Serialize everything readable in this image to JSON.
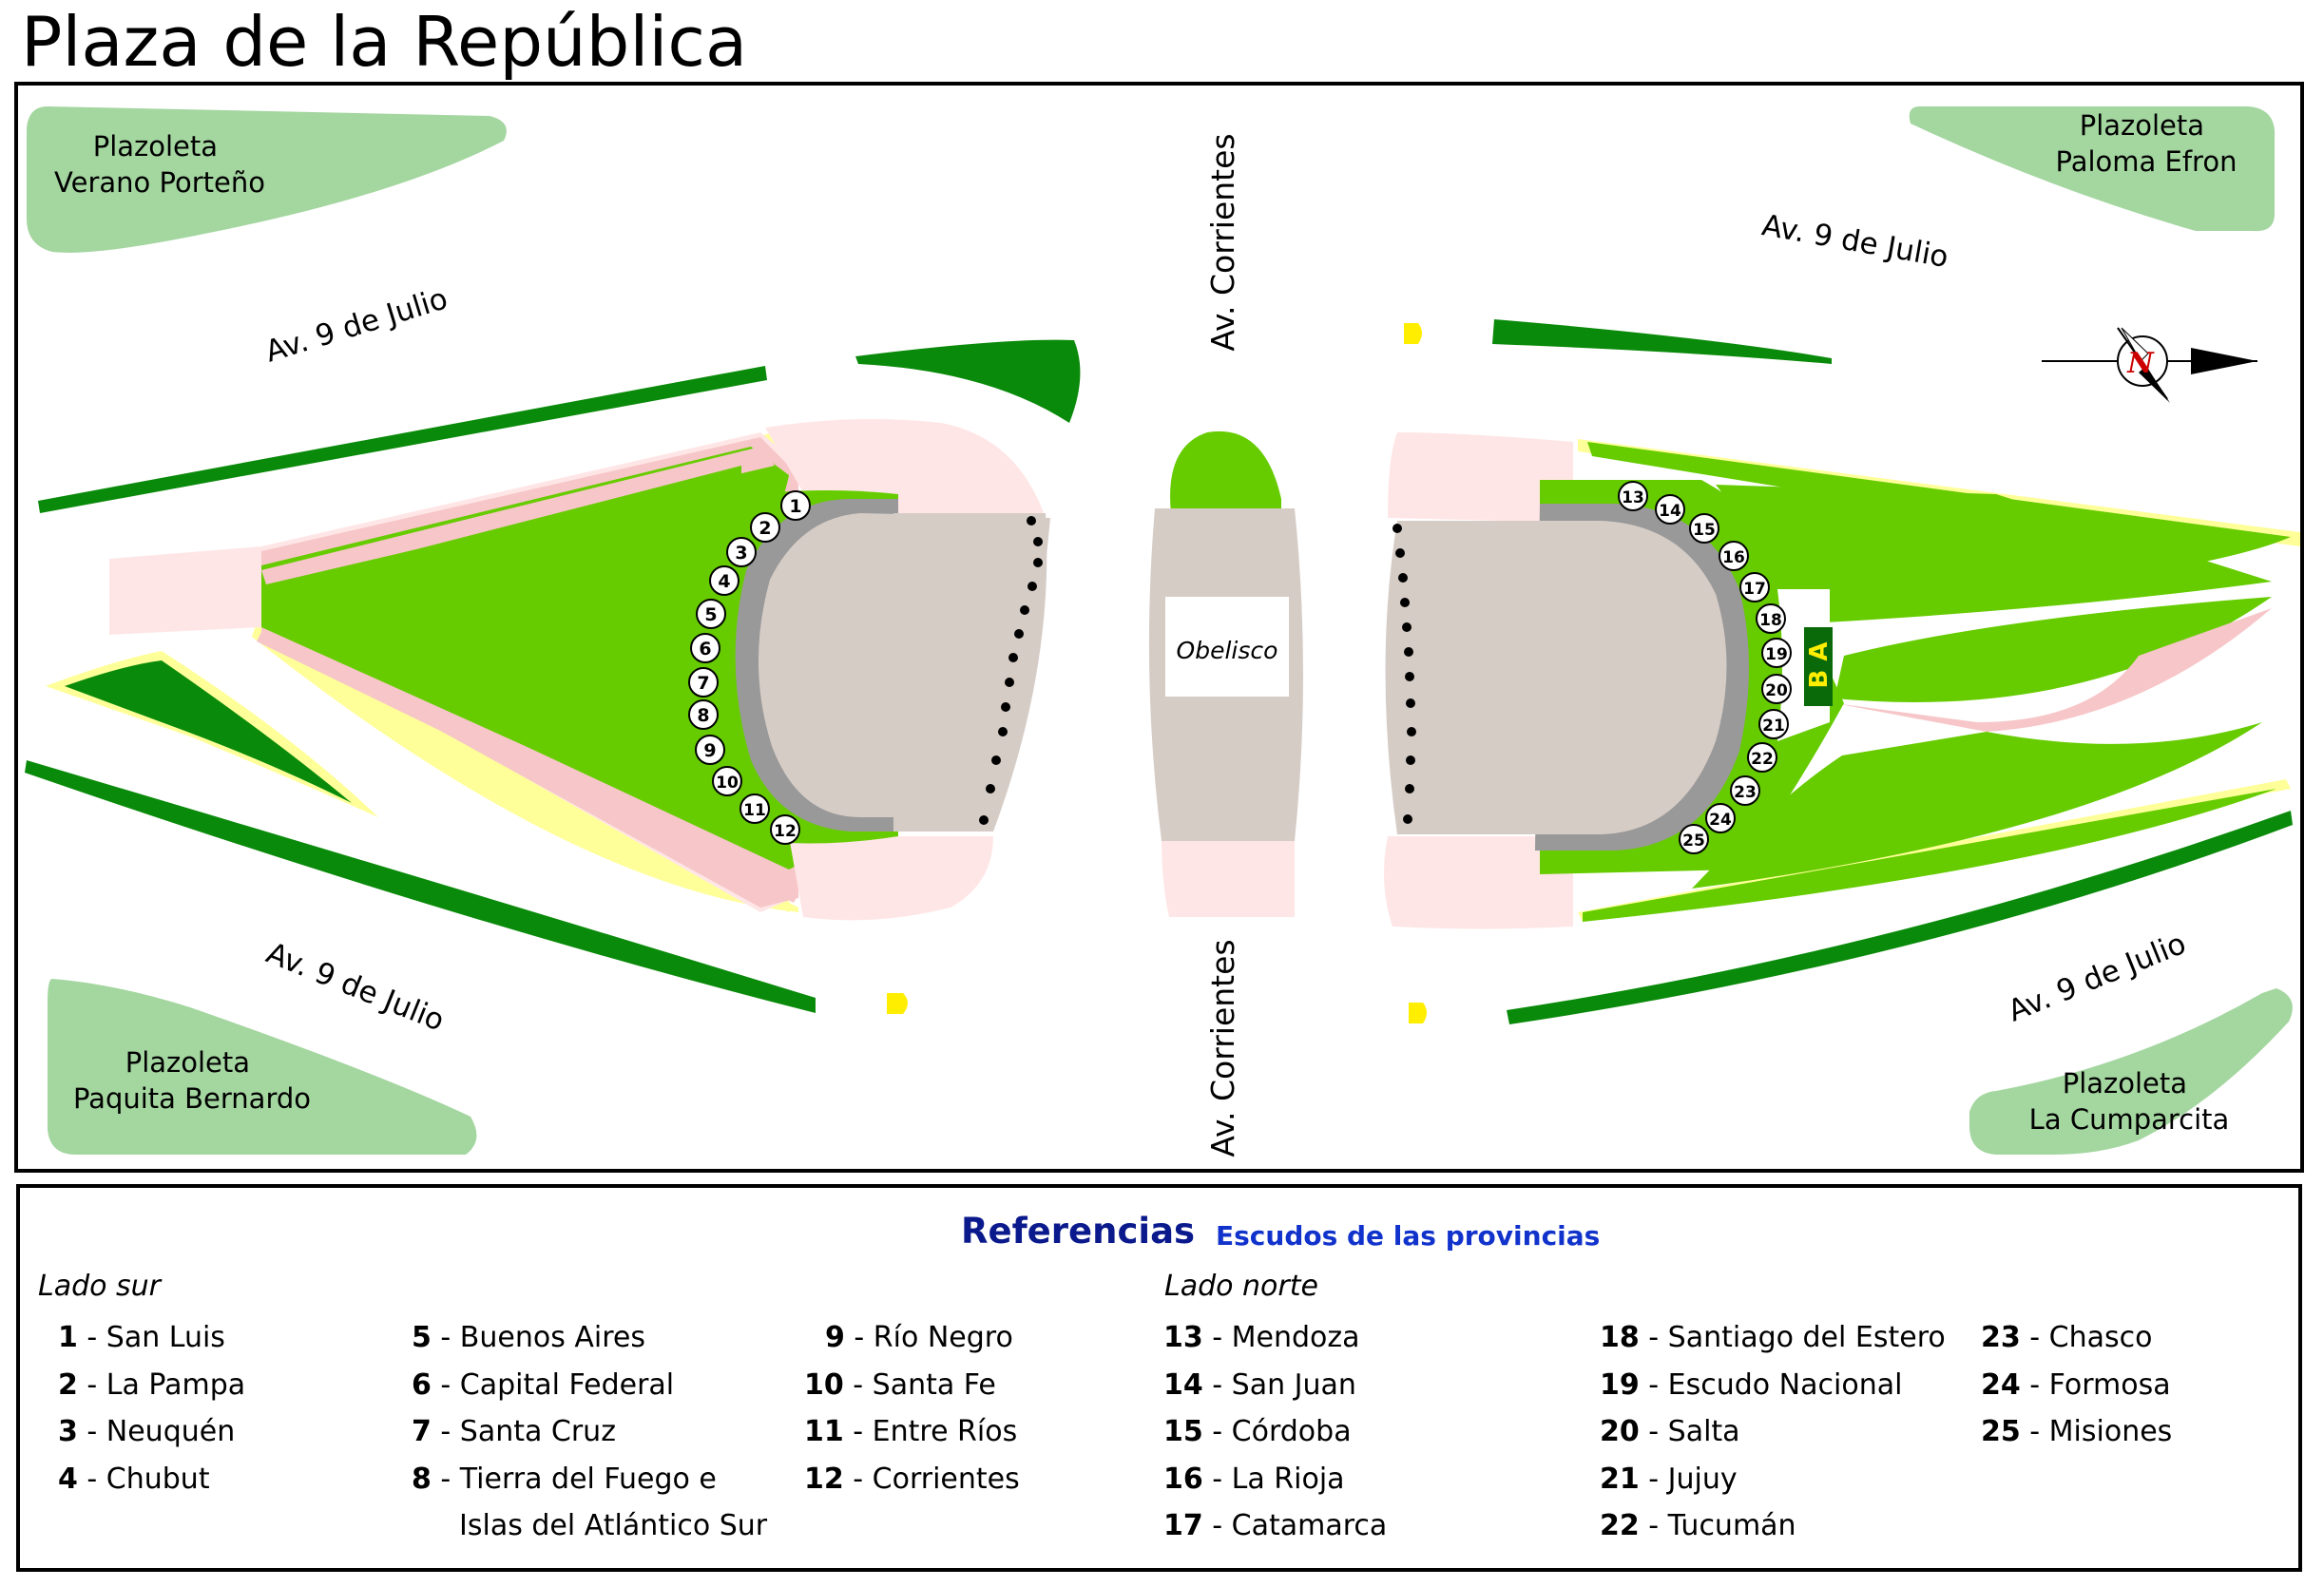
{
  "title": "Plaza de la República",
  "map": {
    "plazoletas": [
      {
        "line1": "Plazoleta",
        "line2": "Verano Porteño"
      },
      {
        "line1": "Plazoleta",
        "line2": "Paloma Efron"
      },
      {
        "line1": "Plazoleta",
        "line2": "Paquita Bernardo"
      },
      {
        "line1": "Plazoleta",
        "line2": "La Cumparcita"
      }
    ],
    "streets": {
      "nueve_de_julio": "Av. 9 de Julio",
      "corrientes": "Av. Corrientes"
    },
    "obelisco": "Obelisco",
    "ba_sign": "B A",
    "compass_letter": "N",
    "shields_sur": [
      "1",
      "2",
      "3",
      "4",
      "5",
      "6",
      "7",
      "8",
      "9",
      "10",
      "11",
      "12"
    ],
    "shields_norte": [
      "13",
      "14",
      "15",
      "16",
      "17",
      "18",
      "19",
      "20",
      "21",
      "22",
      "23",
      "24",
      "25"
    ]
  },
  "legend": {
    "title": "Referencias",
    "subtitle": "Escudos de las provincias",
    "lado_sur": "Lado sur",
    "lado_norte": "Lado norte",
    "sur_columns": [
      [
        {
          "num": "1",
          "name": "San Luis"
        },
        {
          "num": "2",
          "name": "La Pampa"
        },
        {
          "num": "3",
          "name": "Neuquén"
        },
        {
          "num": "4",
          "name": "Chubut"
        }
      ],
      [
        {
          "num": "5",
          "name": "Buenos Aires"
        },
        {
          "num": "6",
          "name": "Capital Federal"
        },
        {
          "num": "7",
          "name": "Santa Cruz"
        },
        {
          "num": "8",
          "name": "Tierra del Fuego e"
        },
        {
          "num": "",
          "name": "Islas del Atlántico Sur"
        }
      ],
      [
        {
          "num": "9",
          "name": "Río Negro"
        },
        {
          "num": "10",
          "name": "Santa Fe"
        },
        {
          "num": "11",
          "name": "Entre Ríos"
        },
        {
          "num": "12",
          "name": "Corrientes"
        }
      ]
    ],
    "norte_columns": [
      [
        {
          "num": "13",
          "name": "Mendoza"
        },
        {
          "num": "14",
          "name": "San Juan"
        },
        {
          "num": "15",
          "name": "Córdoba"
        },
        {
          "num": "16",
          "name": "La Rioja"
        },
        {
          "num": "17",
          "name": "Catamarca"
        }
      ],
      [
        {
          "num": "18",
          "name": "Santiago del Estero"
        },
        {
          "num": "19",
          "name": "Escudo Nacional"
        },
        {
          "num": "20",
          "name": "Salta"
        },
        {
          "num": "21",
          "name": "Jujuy"
        },
        {
          "num": "22",
          "name": "Tucumán"
        }
      ],
      [
        {
          "num": "23",
          "name": "Chasco"
        },
        {
          "num": "24",
          "name": "Formosa"
        },
        {
          "num": "25",
          "name": "Misiones"
        }
      ]
    ]
  }
}
